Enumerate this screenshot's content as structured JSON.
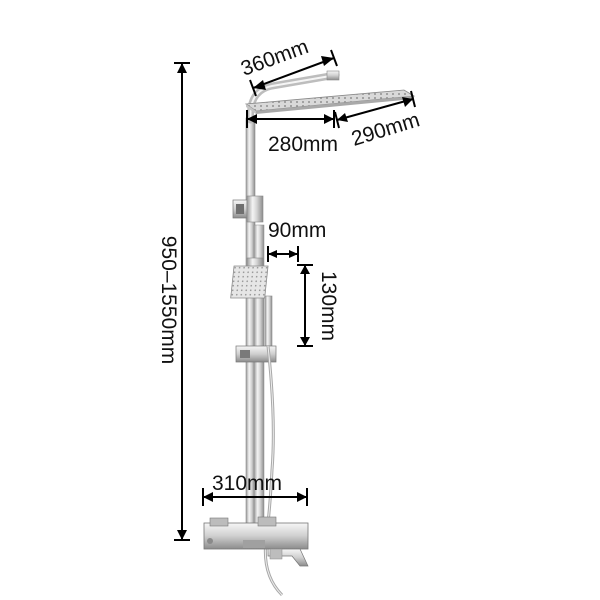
{
  "dimensions": {
    "top_arm_length": "360mm",
    "head_width": "280mm",
    "head_depth": "290mm",
    "hand_width": "90mm",
    "hand_height": "130mm",
    "overall_height": "950–1550mm",
    "mixer_width": "310mm"
  },
  "colors": {
    "line": "#000000",
    "chrome_light": "#f2f2f2",
    "chrome_mid": "#c9c9c9",
    "chrome_dark": "#8a8a8a"
  }
}
